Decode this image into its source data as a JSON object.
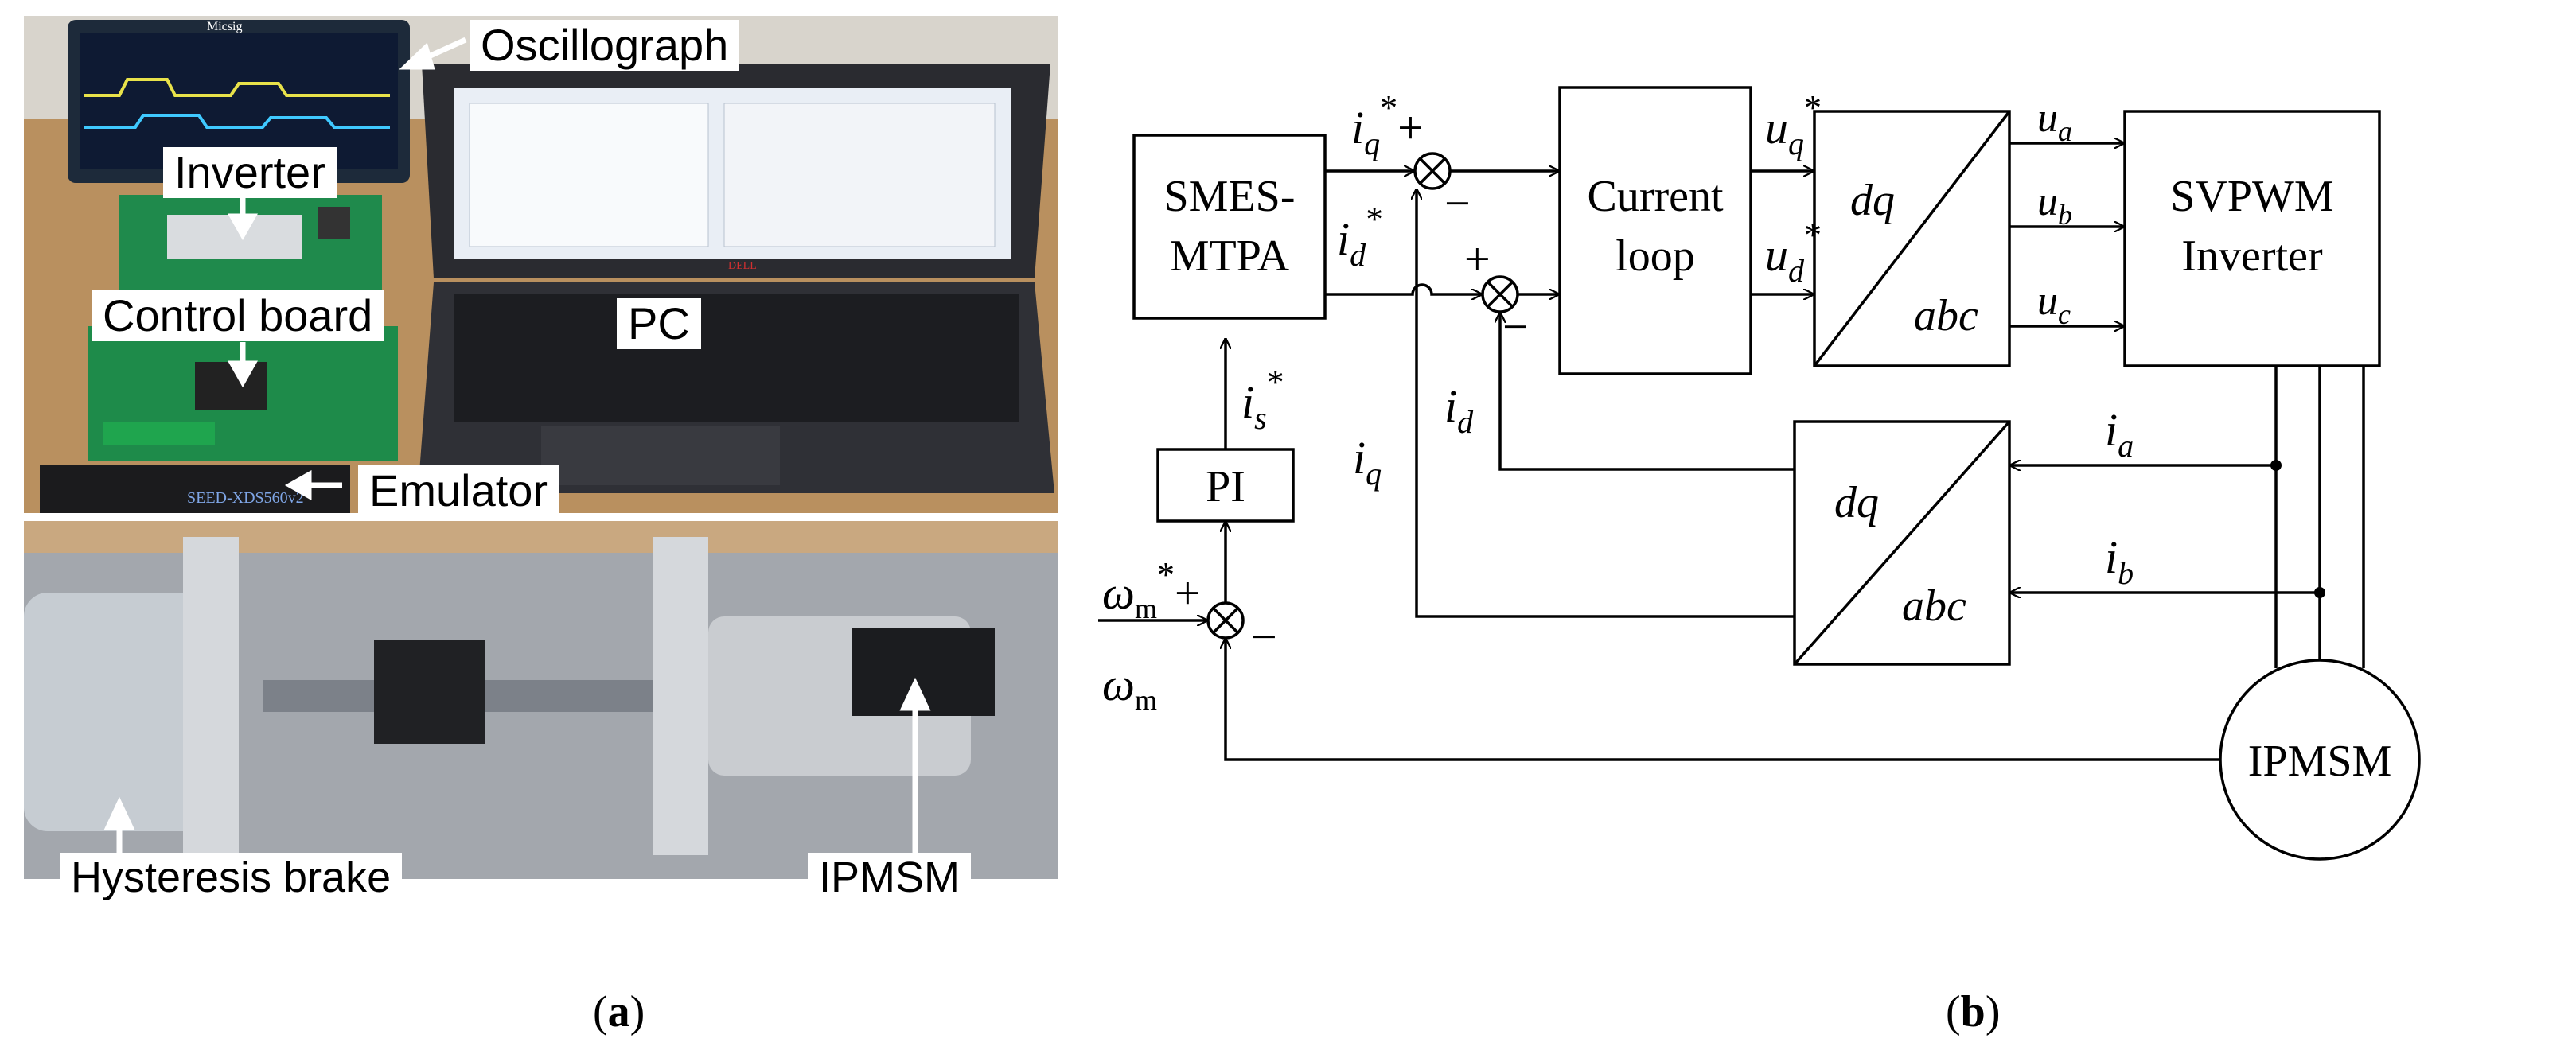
{
  "panel_a": {
    "labels": {
      "oscillograph": "Oscillograph",
      "inverter": "Inverter",
      "control_board": "Control board",
      "pc": "PC",
      "emulator": "Emulator",
      "hysteresis_brake": "Hysteresis brake",
      "ipmsm": "IPMSM"
    },
    "device_text": {
      "oscilloscope_brand": "Micsig",
      "laptop_brand": "DELL",
      "emulator_model": "SEED-XDS560v2"
    },
    "caption": {
      "open": "(",
      "letter": "a",
      "close": ")"
    }
  },
  "panel_b": {
    "blocks": {
      "smes_line1": "SMES-",
      "smes_line2": "MTPA",
      "current_line1": "Current",
      "current_line2": "loop",
      "svpwm_line1": "SVPWM",
      "svpwm_line2": "Inverter",
      "pi": "PI",
      "motor": "IPMSM",
      "dq": "dq",
      "abc": "abc"
    },
    "signals": {
      "iq_star": "i",
      "iq_sub": "q",
      "id_star": "i",
      "id_sub": "d",
      "is_star": "i",
      "is_sub": "s",
      "uq": "u",
      "uq_sub": "q",
      "ud": "u",
      "ud_sub": "d",
      "ua": "u",
      "ua_sub": "a",
      "ub": "u",
      "ub_sub": "b",
      "uc": "u",
      "uc_sub": "c",
      "ia": "i",
      "ia_sub": "a",
      "ib": "i",
      "ib_sub": "b",
      "id_fb": "i",
      "id_fb_sub": "d",
      "iq_fb": "i",
      "iq_fb_sub": "q",
      "wm_ref": "ω",
      "wm_ref_sub": "m",
      "wm_fb": "ω",
      "wm_fb_sub": "m",
      "star": "*",
      "plus": "+",
      "minus": "−"
    },
    "caption": {
      "open": "(",
      "letter": "b",
      "close": ")"
    }
  }
}
